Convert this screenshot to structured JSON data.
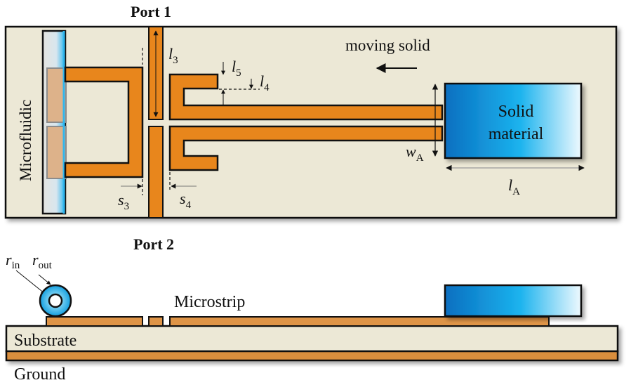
{
  "top_view": {
    "port1_label": "Port 1",
    "microfluidic_label": "Microfluidic",
    "moving_label": "moving solid",
    "solid_label_line1": "Solid",
    "solid_label_line2": "material",
    "dims": {
      "l3": {
        "sym": "l",
        "sub": "3"
      },
      "l4": {
        "sym": "l",
        "sub": "4"
      },
      "l5": {
        "sym": "l",
        "sub": "5"
      },
      "s3": {
        "sym": "s",
        "sub": "3"
      },
      "s4": {
        "sym": "s",
        "sub": "4"
      },
      "wA": {
        "sym": "w",
        "sub": "A"
      },
      "lA": {
        "sym": "l",
        "sub": "A"
      }
    }
  },
  "side_view": {
    "port2_label": "Port 2",
    "microstrip_label": "Microstrip",
    "substrate_label": "Substrate",
    "ground_label": "Ground",
    "r_in": {
      "sym": "r",
      "sub": "in"
    },
    "r_out": {
      "sym": "r",
      "sub": "out"
    }
  },
  "colors": {
    "copper": "#E8861C",
    "copper_side": "#D98E3E",
    "substrate": "#ECE8D6",
    "solid_dark": "#0A6FC0",
    "solid_mid": "#1BB3EE",
    "solid_light": "#EAF8FE",
    "outline": "#111111"
  }
}
